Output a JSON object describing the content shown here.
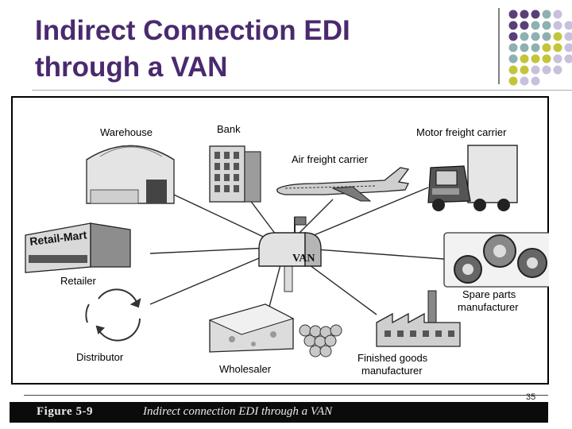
{
  "slide": {
    "title_line1": "Indirect Connection EDI",
    "title_line2": "through a VAN",
    "page_number": "35"
  },
  "diagram": {
    "hub": {
      "label": "VAN"
    },
    "nodes": {
      "warehouse": "Warehouse",
      "bank": "Bank",
      "air": "Air freight carrier",
      "motor": "Motor freight carrier",
      "retailer": "Retailer",
      "retailer_sign": "Retail-Mart",
      "spare1": "Spare parts",
      "spare2": "manufacturer",
      "distributor": "Distributor",
      "wholesaler": "Wholesaler",
      "finished1": "Finished goods",
      "finished2": "manufacturer"
    }
  },
  "caption": {
    "figure": "Figure 5-9",
    "text": "Indirect connection EDI through a VAN"
  },
  "colors": {
    "title": "#4a2a6e",
    "dot_purple": "#5b3f78",
    "dot_teal": "#8fb0b0",
    "dot_olive": "#c4c43a",
    "dot_lavender": "#c8c0dc"
  }
}
